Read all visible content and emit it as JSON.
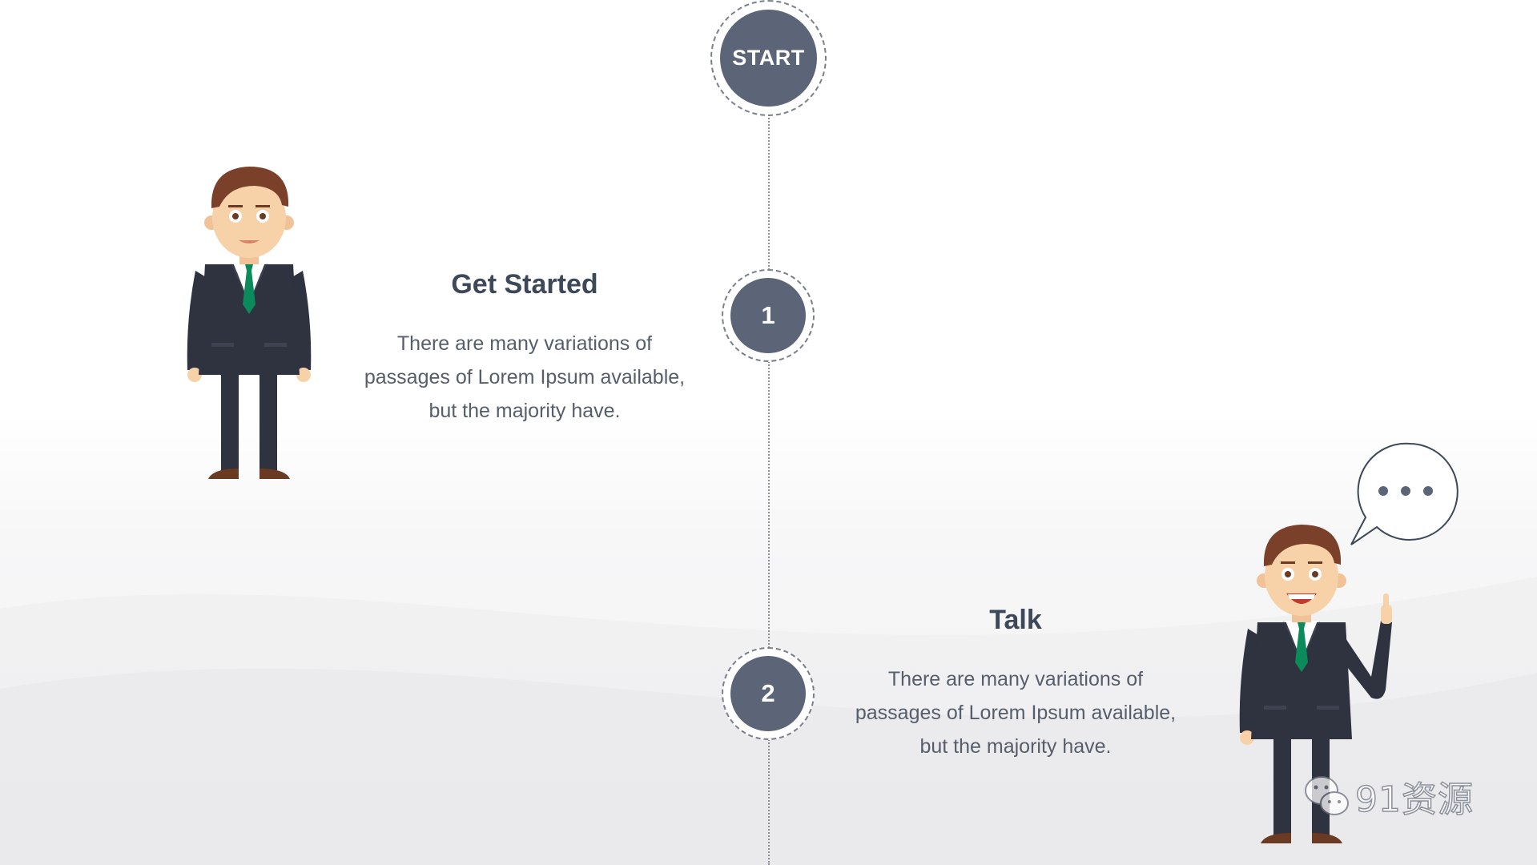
{
  "timeline": {
    "start_label": "START",
    "steps": [
      {
        "number": "1",
        "title": "Get Started",
        "description_lines": [
          "There are many variations of",
          "passages of Lorem Ipsum available,",
          "but the majority have."
        ]
      },
      {
        "number": "2",
        "title": "Talk",
        "description_lines": [
          "There are many variations of",
          "passages of Lorem Ipsum available,",
          "but the majority have."
        ]
      }
    ]
  },
  "watermark": {
    "text": "91资源"
  },
  "colors": {
    "node_fill": "#5b6577",
    "title": "#3d4859",
    "body_text": "#565e6b",
    "suit": "#2f323f",
    "tie": "#0b8a5a",
    "hair": "#7a4029",
    "skin": "#f7d2a9"
  }
}
